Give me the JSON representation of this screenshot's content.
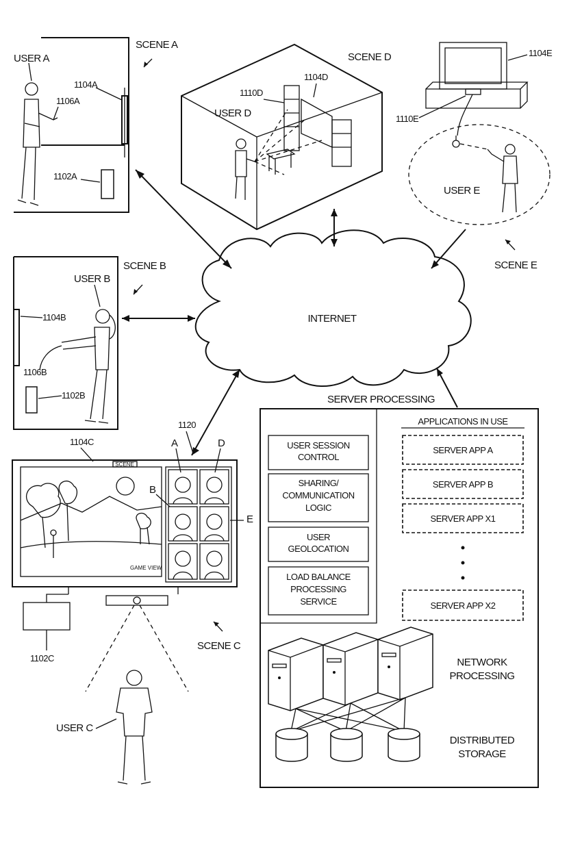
{
  "scenes": {
    "a": {
      "scene": "SCENE A",
      "user": "USER A",
      "display": "1104A",
      "controller": "1106A",
      "device": "1102A"
    },
    "b": {
      "scene": "SCENE B",
      "user": "USER B",
      "display": "1104B",
      "controller": "1106B",
      "device": "1102B"
    },
    "c": {
      "scene": "SCENE C",
      "user": "USER C",
      "display": "1104C",
      "device": "1102C",
      "panel": "1120",
      "label_a": "A",
      "label_b": "B",
      "label_d": "D",
      "label_e": "E",
      "screen_title": "SCENE",
      "game_caption": "GAME VIEW"
    },
    "d": {
      "scene": "SCENE D",
      "user": "USER D",
      "display": "1104D",
      "controller": "1110D"
    },
    "e": {
      "scene": "SCENE E",
      "user": "USER E",
      "display": "1104E",
      "controller": "1110E"
    }
  },
  "internet": "INTERNET",
  "server": {
    "title": "SERVER PROCESSING",
    "modules": [
      {
        "line1": "USER SESSION",
        "line2": "CONTROL",
        "line3": ""
      },
      {
        "line1": "SHARING/",
        "line2": "COMMUNICATION",
        "line3": "LOGIC"
      },
      {
        "line1": "USER",
        "line2": "GEOLOCATION",
        "line3": ""
      },
      {
        "line1": "LOAD BALANCE",
        "line2": "PROCESSING",
        "line3": "SERVICE"
      }
    ],
    "apps_title": "APPLICATIONS IN USE",
    "apps": [
      "SERVER APP A",
      "SERVER APP B",
      "SERVER APP X1",
      "SERVER APP X2"
    ],
    "network_line1": "NETWORK",
    "network_line2": "PROCESSING",
    "storage_line1": "DISTRIBUTED",
    "storage_line2": "STORAGE"
  }
}
